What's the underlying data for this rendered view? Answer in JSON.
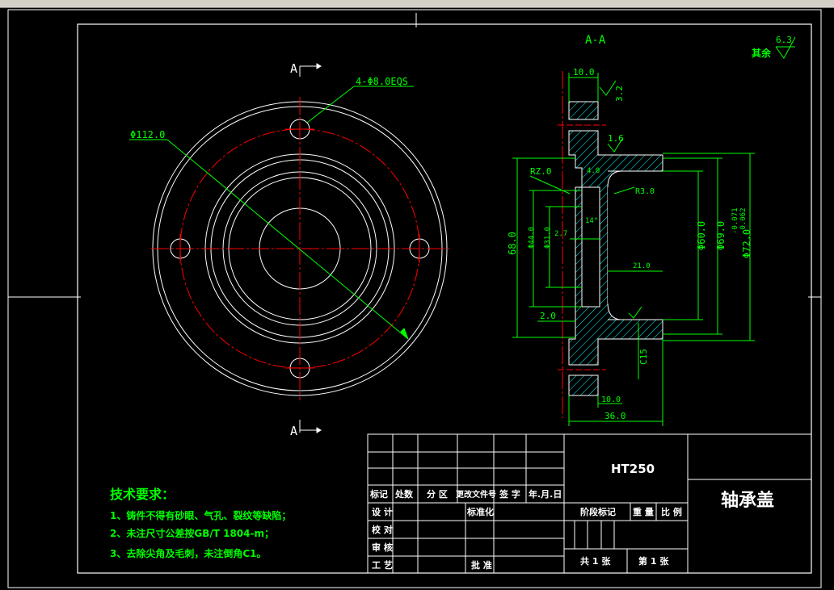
{
  "colors": {
    "background": "#000000",
    "white": "#ffffff",
    "red": "#ff0000",
    "green": "#00ff00",
    "hatch": "#00ffff"
  },
  "section_label": "A-A",
  "section_marker": "A",
  "roughness": {
    "prefix": "其余",
    "value": "6.3"
  },
  "front_view": {
    "hole_callout": "4-Φ8.0EQS",
    "outer_dia": "Φ112.0"
  },
  "section_view": {
    "dims": {
      "flange_thk": "10.0",
      "surface_3_2": "3.2",
      "chamfer_1_6": "1.6",
      "rz": "RZ.0",
      "d_4_0": "4.0",
      "r_3_0": "R3.0",
      "angle": "14°",
      "d_2_7": "2.7",
      "d_21_0": "21.0",
      "d_60": "Φ60.0",
      "d_69": "Φ69.0",
      "d_72": "Φ72.0",
      "tol_upper": "-0.071",
      "tol_lower": "-0.062",
      "d_68": "68.0",
      "d_44": "Φ44.0",
      "d_31": "Φ31.0",
      "d_2_0": "2.0",
      "c15": "C15",
      "len_10": "10.0",
      "len_36": "36.0"
    }
  },
  "tech_req": {
    "title": "技术要求：",
    "items": [
      "1、铸件不得有砂眼、气孔、裂纹等缺陷；",
      "2、未注尺寸公差按GB/T 1804-m；",
      "3、去除尖角及毛刺，未注倒角C1。"
    ]
  },
  "title_block": {
    "material": "HT250",
    "part_name": "轴承盖",
    "headers": [
      "标记",
      "处数",
      "分 区",
      "更改文件号",
      "签 字",
      "年.月.日"
    ],
    "role_design": "设 计",
    "role_standard": "标准化",
    "role_check": "校 对",
    "role_review": "审 核",
    "role_process": "工 艺",
    "role_approve": "批 准",
    "stage_mark": "阶段标记",
    "weight": "重 量",
    "scale": "比 例",
    "total_sheets": "共 1 张",
    "sheet_no": "第 1 张"
  }
}
